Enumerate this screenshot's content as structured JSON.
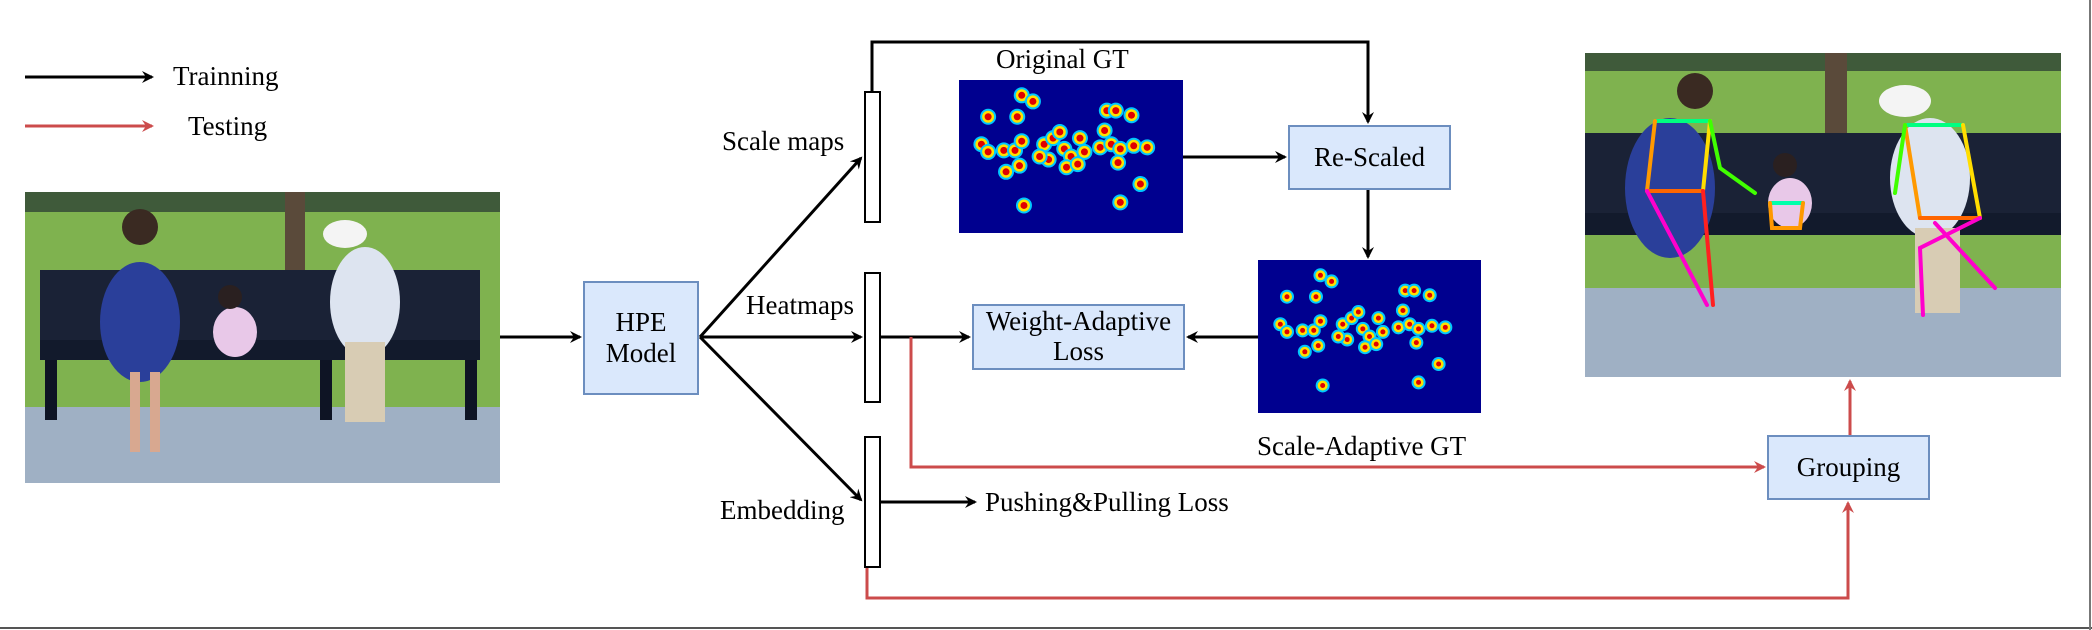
{
  "legend": {
    "items": [
      {
        "label": "Trainning",
        "color": "#000000"
      },
      {
        "label": "Testing",
        "color": "#cc4b4b"
      }
    ]
  },
  "nodes": {
    "hpe_model": {
      "line1": "HPE",
      "line2": "Model"
    },
    "re_scaled": "Re-Scaled",
    "weight_adaptive": {
      "line1": "Weight-Adaptive",
      "line2": "Loss"
    },
    "grouping": "Grouping"
  },
  "labels": {
    "scale_maps": "Scale maps",
    "heatmaps": "Heatmaps",
    "embedding": "Embedding",
    "original_gt": "Original GT",
    "scale_adaptive_gt": "Scale-Adaptive GT",
    "pushing_pulling_loss": "Pushing&Pulling Loss"
  },
  "images": {
    "input_photo": "input image: woman, child and man seated on park benches",
    "output_photo": "output image: same scene with colored pose skeletons overlaid",
    "original_gt_heatmap": "heatmap visualization of ground-truth keypoints",
    "scale_adaptive_heatmap": "heatmap visualization of scale-adaptive ground-truth keypoints"
  },
  "colors": {
    "training": "#000000",
    "testing": "#cc4b4b",
    "node_fill": "#dae8fc",
    "node_border": "#6c8ebf",
    "heatmap_bg": "#00008f"
  }
}
